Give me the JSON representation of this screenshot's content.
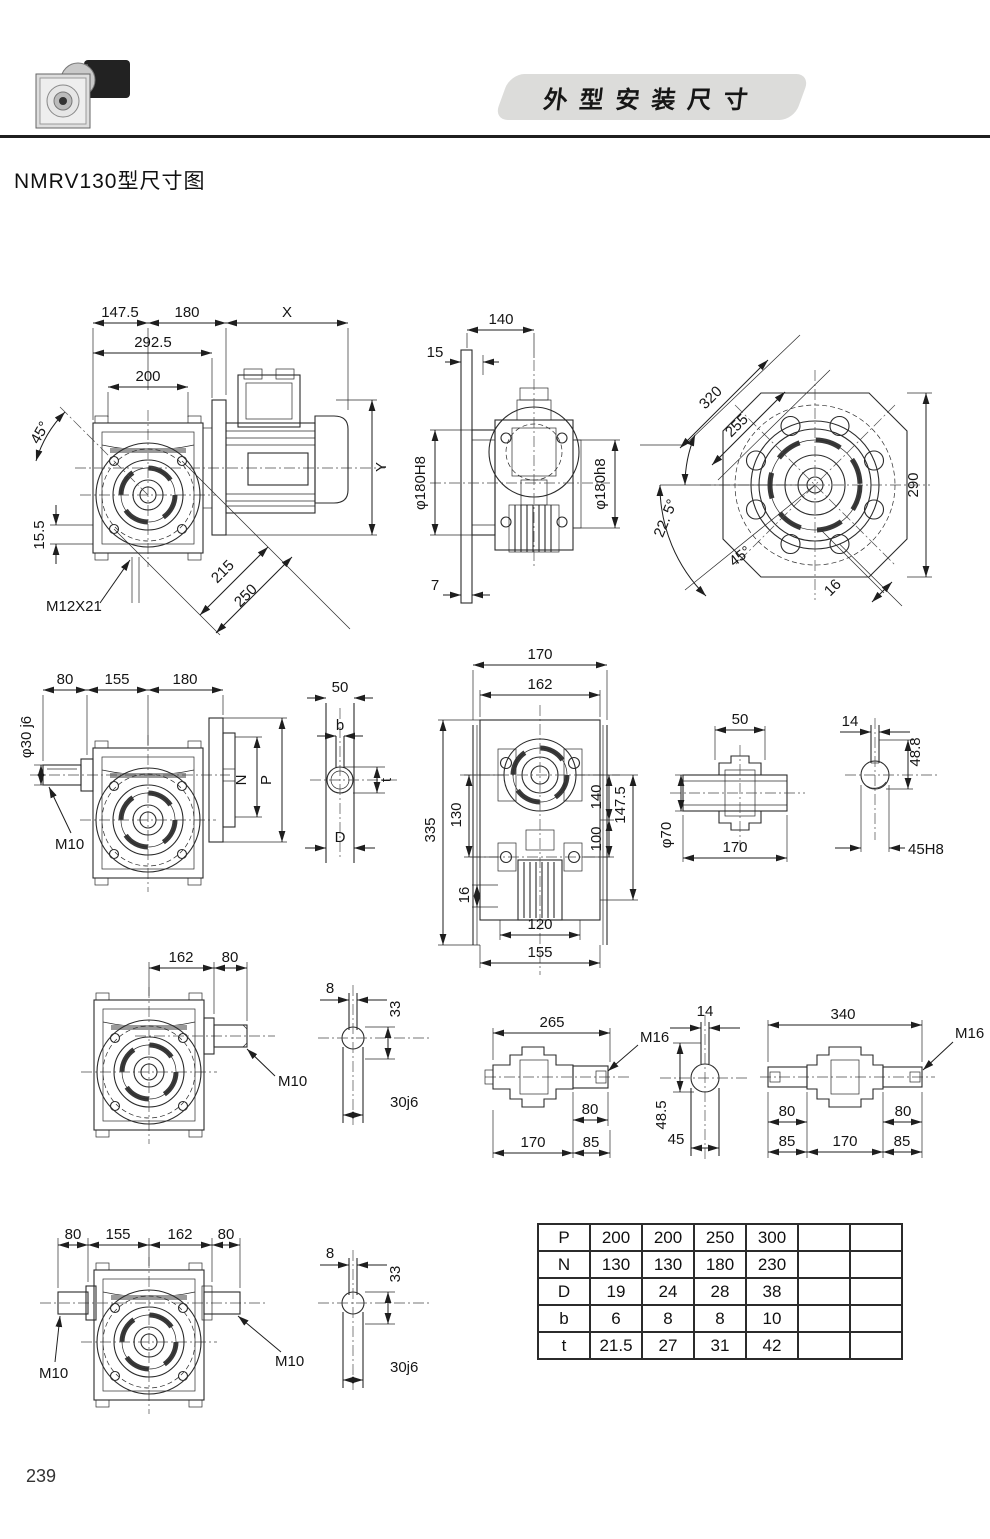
{
  "header": {
    "banner_title": "外型安装尺寸",
    "page_title": "NMRV130型尺寸图",
    "page_number": "239"
  },
  "d1": {
    "dim1": "147.5",
    "dim2": "180",
    "dimX": "X",
    "dim3": "292.5",
    "dim4": "200",
    "angle": "45°",
    "dim5": "15.5",
    "thread": "M12X21",
    "diag1": "215",
    "diag2": "250",
    "dimY": "Y"
  },
  "d2": {
    "dim1": "140",
    "dim2": "15",
    "boreL": "φ180H8",
    "boreR": "φ180h8",
    "dim3": "7"
  },
  "d3": {
    "diag1": "320",
    "diag2": "255",
    "dim1": "290",
    "angle1": "22. 5°",
    "angle2": "45°",
    "dim2": "16"
  },
  "d4": {
    "dim1": "80",
    "dim2": "155",
    "dim3": "180",
    "shaft": "φ30 j6",
    "thread": "M10",
    "dimN": "N",
    "dimP": "P"
  },
  "d5": {
    "dim1": "50",
    "dimB": "b",
    "dimT": "t",
    "dimD": "D"
  },
  "d6": {
    "dim1": "170",
    "dim2": "162",
    "dim3": "335",
    "dim4": "130",
    "dim5": "140",
    "dim6": "147.5",
    "dim7": "100",
    "dim8": "16",
    "dim9": "120",
    "dim10": "155"
  },
  "d7": {
    "dim1": "50",
    "bore": "φ70",
    "dim2": "170"
  },
  "d8": {
    "dim1": "14",
    "dim2": "48.8",
    "bore": "45H8"
  },
  "d9": {
    "dim1": "162",
    "dim2": "80",
    "thread": "M10"
  },
  "d10": {
    "dim1": "8",
    "dim2": "33",
    "shaft": "30j6"
  },
  "d11": {
    "dim1": "265",
    "thread": "M16",
    "dim2": "80",
    "dim3": "170",
    "dim4": "85"
  },
  "d12": {
    "dim1": "14",
    "dim2": "48.5",
    "dim3": "45"
  },
  "d13": {
    "dim1": "340",
    "thread": "M16",
    "dim2": "80",
    "dim3": "80",
    "dim4": "85",
    "dim5": "170",
    "dim6": "85"
  },
  "d14": {
    "dim1": "80",
    "dim2": "155",
    "dim3": "162",
    "dim4": "80",
    "threadL": "M10",
    "threadR": "M10"
  },
  "d15": {
    "dim1": "8",
    "dim2": "33",
    "shaft": "30j6"
  },
  "table": {
    "rows": [
      {
        "label": "P",
        "values": [
          "200",
          "200",
          "250",
          "300",
          "",
          ""
        ]
      },
      {
        "label": "N",
        "values": [
          "130",
          "130",
          "180",
          "230",
          "",
          ""
        ]
      },
      {
        "label": "D",
        "values": [
          "19",
          "24",
          "28",
          "38",
          "",
          ""
        ]
      },
      {
        "label": "b",
        "values": [
          "6",
          "8",
          "8",
          "10",
          "",
          ""
        ]
      },
      {
        "label": "t",
        "values": [
          "21.5",
          "27",
          "31",
          "42",
          "",
          ""
        ]
      }
    ]
  }
}
